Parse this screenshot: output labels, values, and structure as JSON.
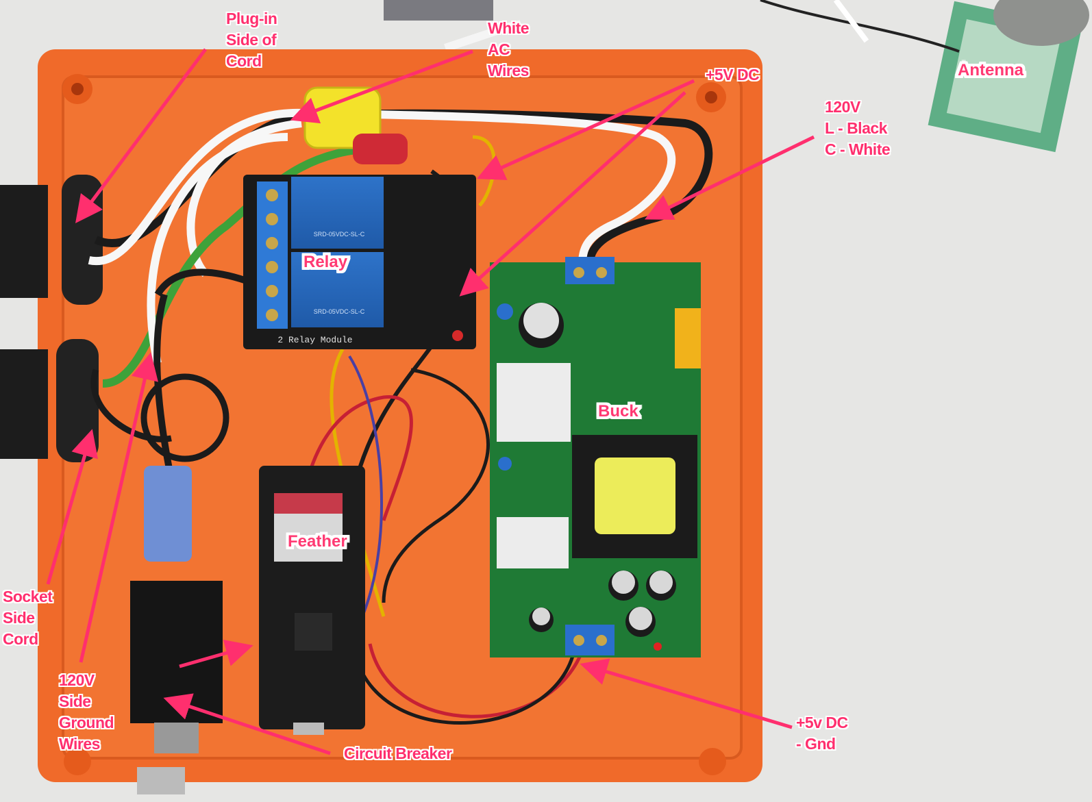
{
  "labels": {
    "plug_in_side": "Plug-in\nSide of\nCord",
    "white_ac_wires": "White\nAC\nWires",
    "plus5v_dc_top": "+5V DC",
    "antenna": "Antenna",
    "line_120v": "120V\nL - Black\nC - White",
    "relay": "Relay",
    "buck": "Buck",
    "feather": "Feather",
    "socket_side": "Socket\nSide\nCord",
    "ground_wires": "120V\nSide\nGround\nWires",
    "circuit_breaker": "Circuit Breaker",
    "plus5v_gnd": "+5v DC\n- Gnd"
  },
  "pcb_text": {
    "relay_module": "2 Relay Module",
    "relay_coil_1": "SRD-05VDC-SL-C",
    "relay_coil_2": "SRD-05VDC-SL-C"
  },
  "colors": {
    "annotation": "#ff2f6e",
    "enclosure": "#f06a2a",
    "background": "#e4e4e2"
  }
}
